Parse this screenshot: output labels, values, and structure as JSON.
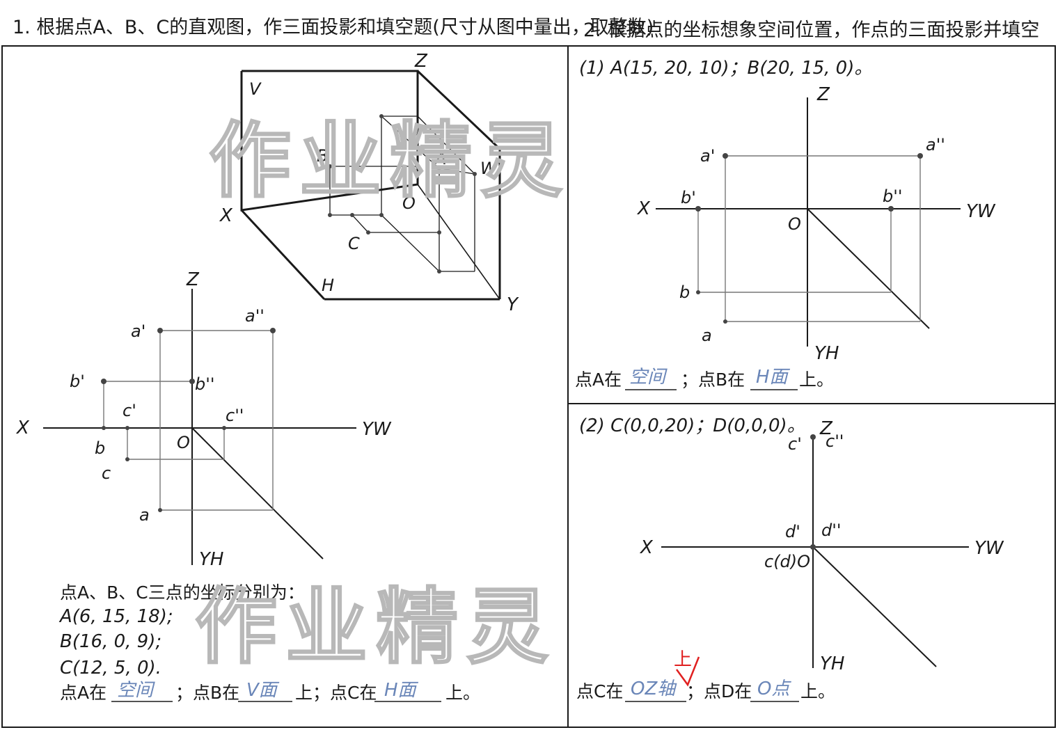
{
  "left": {
    "title": "1. 根据点A、B、C的直观图，作三面投影和填空题(尺寸从图中量出，取整数)",
    "iso_labels": {
      "V": "V",
      "Z": "Z",
      "B": "B",
      "A": "A",
      "W": "W",
      "X": "X",
      "O": "O",
      "C": "C",
      "H": "H",
      "Y": "Y"
    },
    "proj_labels": {
      "Z": "Z",
      "a1": "a'",
      "a2": "a''",
      "b1": "b'",
      "b2": "b''",
      "c1": "c'",
      "c2": "c''",
      "X": "X",
      "YW": "YW",
      "O": "O",
      "b": "b",
      "c": "c",
      "a": "a",
      "YH": "YH"
    },
    "coords_title": "点A、B、C三点的坐标分别为：",
    "coords": [
      "A(6, 15, 18);",
      "B(16, 0, 9);",
      "C(12, 5, 0)."
    ],
    "fill_line": {
      "p1": "点A在",
      "a1": "空间",
      "p2": "；点B在",
      "a2": "V面",
      "p3": "上；点C在",
      "a3": "H面",
      "p4": "上。"
    }
  },
  "right_top": {
    "title": "2. 根据点的坐标想象空间位置，作点的三面投影并填空",
    "question": "(1)  A(15, 20, 10)；B(20, 15, 0)。",
    "labels": {
      "Z": "Z",
      "a1": "a'",
      "a2": "a''",
      "X": "X",
      "b1": "b'",
      "b2": "b''",
      "YW": "YW",
      "O": "O",
      "b": "b",
      "a": "a",
      "YH": "YH"
    },
    "fill_line": {
      "p1": "点A在",
      "a1": "空间",
      "p2": "；点B在",
      "a2": "H面",
      "p3": "上。"
    }
  },
  "right_bottom": {
    "question": "(2)  C(0,0,20)；D(0,0,0)。",
    "labels": {
      "c1": "c'",
      "Z": "Z",
      "c2": "c''",
      "d1": "d'",
      "d2": "d''",
      "X": "X",
      "YW": "YW",
      "origin": "c(d)O",
      "YH": "YH"
    },
    "fill_line": {
      "p1": "点C在",
      "a1": "OZ轴",
      "p2": "；点D在",
      "a2": "O点",
      "p3": "上。"
    },
    "correction": "上"
  },
  "watermark": "作业精灵",
  "colors": {
    "ink": "#1a1a1a",
    "pencil": "#6a86b8",
    "red": "#e02020",
    "watermark": "#b8b8b8"
  }
}
